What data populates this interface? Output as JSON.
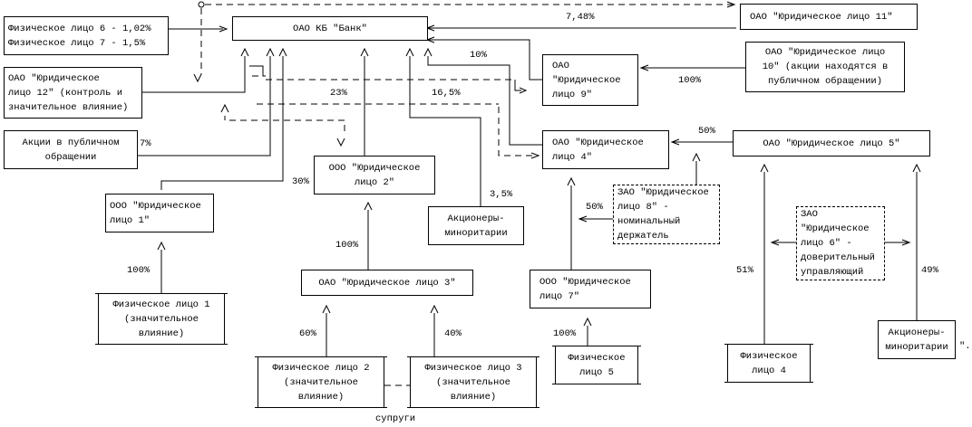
{
  "nodes": {
    "bank": {
      "lines": [
        "ОАО КБ \"Банк\""
      ]
    },
    "fl67": {
      "lines": [
        "Физическое лицо 6 - 1,02%",
        "Физическое лицо 7 - 1,5%"
      ]
    },
    "yl11": {
      "lines": [
        "ОАО \"Юридическое лицо 11\""
      ]
    },
    "yl10": {
      "lines": [
        "ОАО \"Юридическое лицо",
        "10\" (акции находятся в",
        "публичном обращении)"
      ]
    },
    "yl12": {
      "lines": [
        "ОАО \"Юридическое",
        "лицо 12\" (контроль и",
        "значительное влияние)"
      ]
    },
    "yl9": {
      "lines": [
        "ОАО",
        "\"Юридическое",
        "лицо 9\""
      ]
    },
    "public": {
      "lines": [
        "Акции в публичном",
        "обращении"
      ]
    },
    "yl4": {
      "lines": [
        "ОАО \"Юридическое",
        "лицо 4\""
      ]
    },
    "yl5": {
      "lines": [
        "ОАО \"Юридическое лицо 5\""
      ]
    },
    "yl2": {
      "lines": [
        "ООО \"Юридическое",
        "лицо 2\""
      ]
    },
    "yl1": {
      "lines": [
        "ООО \"Юридическое",
        "лицо 1\""
      ]
    },
    "minor1": {
      "lines": [
        "Акционеры-",
        "миноритарии"
      ]
    },
    "yl8": {
      "lines": [
        "ЗАО \"Юридическое",
        "лицо 8\" -",
        "номинальный",
        "держатель"
      ]
    },
    "yl6": {
      "lines": [
        "ЗАО",
        "\"Юридическое",
        "лицо 6\" -",
        "доверительный",
        "управляющий"
      ]
    },
    "yl3": {
      "lines": [
        "ОАО \"Юридическое лицо 3\""
      ]
    },
    "yl7": {
      "lines": [
        "ООО \"Юридическое",
        "лицо 7\""
      ]
    },
    "fl1": {
      "lines": [
        "Физическое лицо 1",
        "(значительное",
        "влияние)"
      ]
    },
    "fl2": {
      "lines": [
        "Физическое лицо 2",
        "(значительное",
        "влияние)"
      ]
    },
    "fl3": {
      "lines": [
        "Физическое лицо 3",
        "(значительное",
        "влияние)"
      ]
    },
    "fl5": {
      "lines": [
        "Физическое",
        "лицо 5"
      ]
    },
    "fl4": {
      "lines": [
        "Физическое",
        "лицо 4"
      ]
    },
    "minor2": {
      "lines": [
        "Акционеры-",
        "миноритарии"
      ]
    }
  },
  "labels": {
    "p748": "7,48%",
    "p10": "10%",
    "p100_yl10": "100%",
    "p23": "23%",
    "p165": "16,5%",
    "p7": "7%",
    "p50_yl5": "50%",
    "p30": "30%",
    "p35": "3,5%",
    "p50_yl8": "50%",
    "p100_yl2": "100%",
    "p100_fl1": "100%",
    "p51": "51%",
    "p49": "49%",
    "p60": "60%",
    "p40": "40%",
    "p100_fl5": "100%",
    "spouses": "супруги",
    "endquote": "\"."
  }
}
